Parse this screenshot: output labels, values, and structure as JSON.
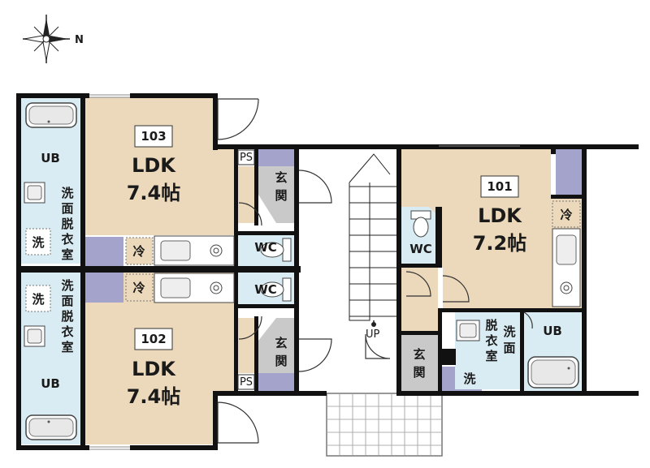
{
  "compass": {
    "direction": "N"
  },
  "stair": {
    "up_label": "UP"
  },
  "units": {
    "u103": {
      "number": "103",
      "ldk": "LDK",
      "size": "7.4帖"
    },
    "u102": {
      "number": "102",
      "ldk": "LDK",
      "size": "7.4帖"
    },
    "u101": {
      "number": "101",
      "ldk": "LDK",
      "size": "7.2帖"
    }
  },
  "rooms": {
    "ub": "UB",
    "wc": "WC",
    "ps": "PS",
    "entrance_chars": [
      "玄",
      "関"
    ],
    "washroom_chars_a": [
      "洗",
      "面"
    ],
    "washroom_chars_b": [
      "脱",
      "衣",
      "室"
    ],
    "washer": "洗",
    "fridge": "冷"
  },
  "colors": {
    "ldk": "#ecd9bb",
    "wet": "#d9ecf3",
    "genkan": "#c9c9c9",
    "storage": "#a4a3cc",
    "wall": "#111111",
    "corridor": "#ffffff"
  }
}
